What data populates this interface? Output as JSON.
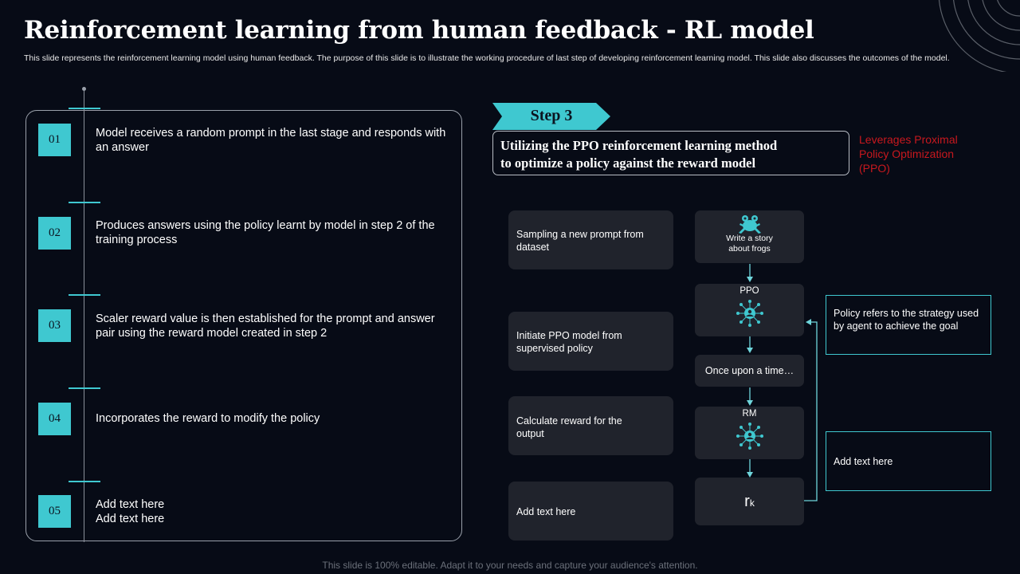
{
  "slide": {
    "title": "Reinforcement learning from human feedback - RL model",
    "subtitle": "This slide represents the reinforcement learning model using human feedback. The purpose of this slide is to illustrate the working procedure of last step of developing reinforcement learning model. This slide also discusses the outcomes of the model.",
    "footer": "This slide is 100% editable. Adapt it to your needs and capture your audience's attention."
  },
  "steps": [
    {
      "num": "01",
      "text": "Model receives a random prompt in the last stage and responds with an answer"
    },
    {
      "num": "02",
      "text": "Produces answers using the policy learnt by model in step 2 of the training process"
    },
    {
      "num": "03",
      "text": "Scaler reward value is then established for the prompt and answer pair using the reward model created in step 2"
    },
    {
      "num": "04",
      "text": "Incorporates the reward to modify the policy"
    },
    {
      "num": "05",
      "text_line1": "Add text here",
      "text_line2": "Add text here"
    }
  ],
  "step3": {
    "label": "Step 3",
    "heading_line1": "Utilizing the PPO reinforcement learning method",
    "heading_line2": "to optimize a policy against the reward model",
    "leverage_note": "Leverages Proximal Policy Optimization (PPO)"
  },
  "descriptions": [
    "Sampling a new prompt from dataset",
    "Initiate PPO model from supervised  policy",
    "Calculate reward for the output",
    "Add text here"
  ],
  "flow": {
    "prompt": "Write a story about frogs",
    "ppo_label": "PPO",
    "output": "Once upon a time…",
    "rm_label": "RM",
    "reward_symbol": "r",
    "reward_sub": "k"
  },
  "notes": {
    "policy": "Policy refers  to the strategy used by agent to achieve the goal",
    "add_text": "Add text here"
  },
  "colors": {
    "accent": "#3fc8d0",
    "background": "#070b16",
    "box": "#20232c",
    "leverage": "#c8181e"
  },
  "icons": [
    "frog-icon",
    "neural-network-icon",
    "arrow-down-icon",
    "arc-decoration"
  ]
}
